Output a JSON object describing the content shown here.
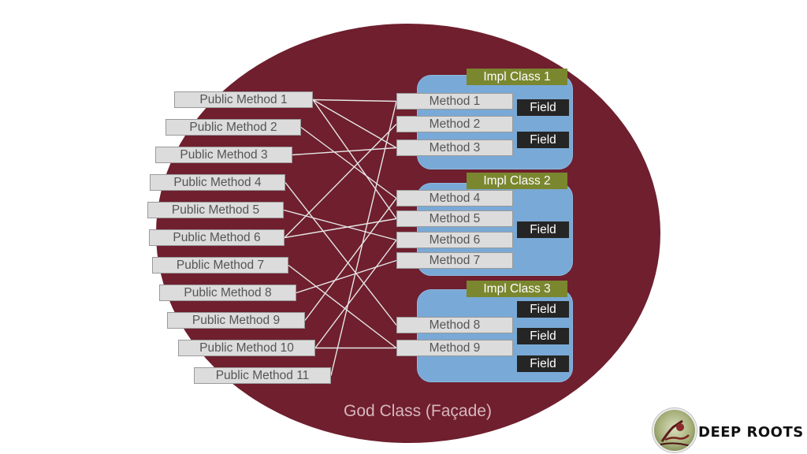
{
  "public_methods": [
    "Public Method 1",
    "Public Method 2",
    "Public Method 3",
    "Public Method 4",
    "Public Method 5",
    "Public Method 6",
    "Public Method 7",
    "Public Method 8",
    "Public Method 9",
    "Public Method 10",
    "Public Method 11"
  ],
  "impl_classes": [
    {
      "title": "Impl Class 1",
      "methods": [
        "Method 1",
        "Method 2",
        "Method 3"
      ],
      "fields": [
        "Field",
        "Field"
      ]
    },
    {
      "title": "Impl Class 2",
      "methods": [
        "Method 4",
        "Method 5",
        "Method 6",
        "Method 7"
      ],
      "fields": [
        "Field"
      ]
    },
    {
      "title": "Impl Class 3",
      "methods": [
        "Method 8",
        "Method 9"
      ],
      "fields": [
        "Field",
        "Field",
        "Field"
      ]
    }
  ],
  "connections": [
    {
      "from": 1,
      "to": [
        1,
        3,
        5
      ]
    },
    {
      "from": 2,
      "to": [
        4
      ]
    },
    {
      "from": 3,
      "to": [
        3
      ]
    },
    {
      "from": 4,
      "to": [
        8
      ]
    },
    {
      "from": 5,
      "to": [
        6
      ]
    },
    {
      "from": 6,
      "to": [
        2,
        5
      ]
    },
    {
      "from": 7,
      "to": [
        9
      ]
    },
    {
      "from": 8,
      "to": [
        7
      ]
    },
    {
      "from": 9,
      "to": [
        4
      ]
    },
    {
      "from": 10,
      "to": [
        9,
        6
      ]
    },
    {
      "from": 11,
      "to": [
        1
      ]
    }
  ],
  "caption": "God Class (Façade)",
  "logo": {
    "text": "DEEP ROOTS"
  },
  "colors": {
    "ellipse": "#6f1f2e",
    "impl_body": "#79a9d6",
    "impl_title": "#7a872f",
    "method_box": "#dcdcdc",
    "field": "#252525",
    "lines": "#e6e6e6"
  }
}
